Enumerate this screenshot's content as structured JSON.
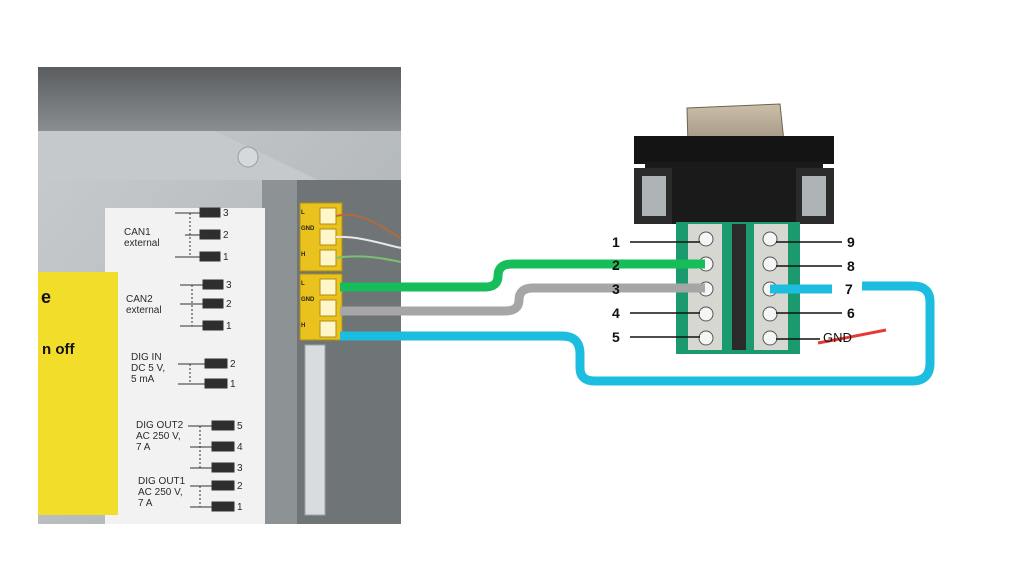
{
  "left_panel": {
    "groups": [
      {
        "name": "CAN1\nexternal",
        "pins": [
          "3",
          "2",
          "1"
        ]
      },
      {
        "name": "CAN2\nexternal",
        "pins": [
          "3",
          "2",
          "1"
        ]
      },
      {
        "name": "DIG IN\nDC 5 V,\n5 mA",
        "pins": [
          "2",
          "1"
        ]
      },
      {
        "name": "DIG OUT2\nAC 250 V,\n7 A",
        "pins": [
          "5",
          "4",
          "3"
        ]
      },
      {
        "name": "DIG OUT1\nAC 250 V,\n7 A",
        "pins": [
          "2",
          "1"
        ]
      }
    ],
    "yellow_fragments": [
      "e",
      "n off"
    ],
    "terminal_marks": [
      "L",
      "GND",
      "H",
      "L",
      "GND",
      "H"
    ]
  },
  "connector": {
    "left_pins": [
      "1",
      "2",
      "3",
      "4",
      "5"
    ],
    "right_pins": [
      "9",
      "8",
      "7",
      "6"
    ],
    "gnd_label": "GND"
  },
  "colors": {
    "green_wire": "#16bd5a",
    "gray_wire": "#a6a6a6",
    "blue_wire": "#1dbde0",
    "red_strike": "#e53935"
  }
}
